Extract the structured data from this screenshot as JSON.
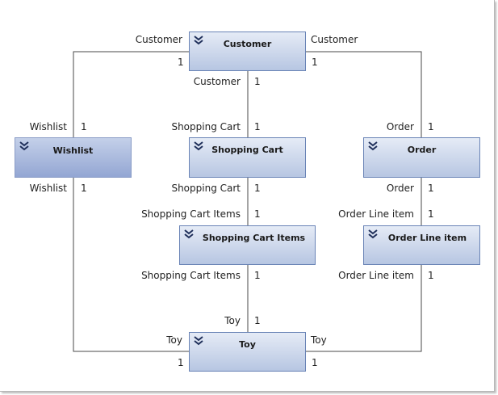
{
  "entities": {
    "customer": "Customer",
    "wishlist": "Wishlist",
    "shopping_cart": "Shopping Cart",
    "order": "Order",
    "shopping_cart_items": "Shopping Cart Items",
    "order_line_item": "Order Line item",
    "toy": "Toy"
  },
  "icons": {
    "expand": "double-chevron-down-icon"
  },
  "colors": {
    "entity_border": "#6a84b6",
    "entity_fill_top": "#e5ebf6",
    "entity_fill_bottom": "#b7c6e2",
    "selected_fill": "#93a6d3",
    "connector": "#4a4a4a"
  },
  "associations": [
    {
      "id": "customer-wishlist",
      "end1": {
        "role": "Customer",
        "mult": "1"
      },
      "end2": {
        "role": "Wishlist",
        "mult": "1"
      }
    },
    {
      "id": "customer-cart",
      "end1": {
        "role": "Customer",
        "mult": "1"
      },
      "end2": {
        "role": "Shopping Cart",
        "mult": "1"
      }
    },
    {
      "id": "customer-order",
      "end1": {
        "role": "Customer",
        "mult": "1"
      },
      "end2": {
        "role": "Order",
        "mult": "1"
      }
    },
    {
      "id": "cart-items",
      "end1": {
        "role": "Shopping Cart",
        "mult": "1"
      },
      "end2": {
        "role": "Shopping Cart Items",
        "mult": "1"
      }
    },
    {
      "id": "order-lines",
      "end1": {
        "role": "Order",
        "mult": "1"
      },
      "end2": {
        "role": "Order Line item",
        "mult": "1"
      }
    },
    {
      "id": "wishlist-toy",
      "end1": {
        "role": "Wishlist",
        "mult": "1"
      },
      "end2": {
        "role": "Toy",
        "mult": "1"
      }
    },
    {
      "id": "items-toy",
      "end1": {
        "role": "Shopping Cart Items",
        "mult": "1"
      },
      "end2": {
        "role": "Toy",
        "mult": "1"
      }
    },
    {
      "id": "lines-toy",
      "end1": {
        "role": "Order Line item",
        "mult": "1"
      },
      "end2": {
        "role": "Toy",
        "mult": "1"
      }
    }
  ]
}
